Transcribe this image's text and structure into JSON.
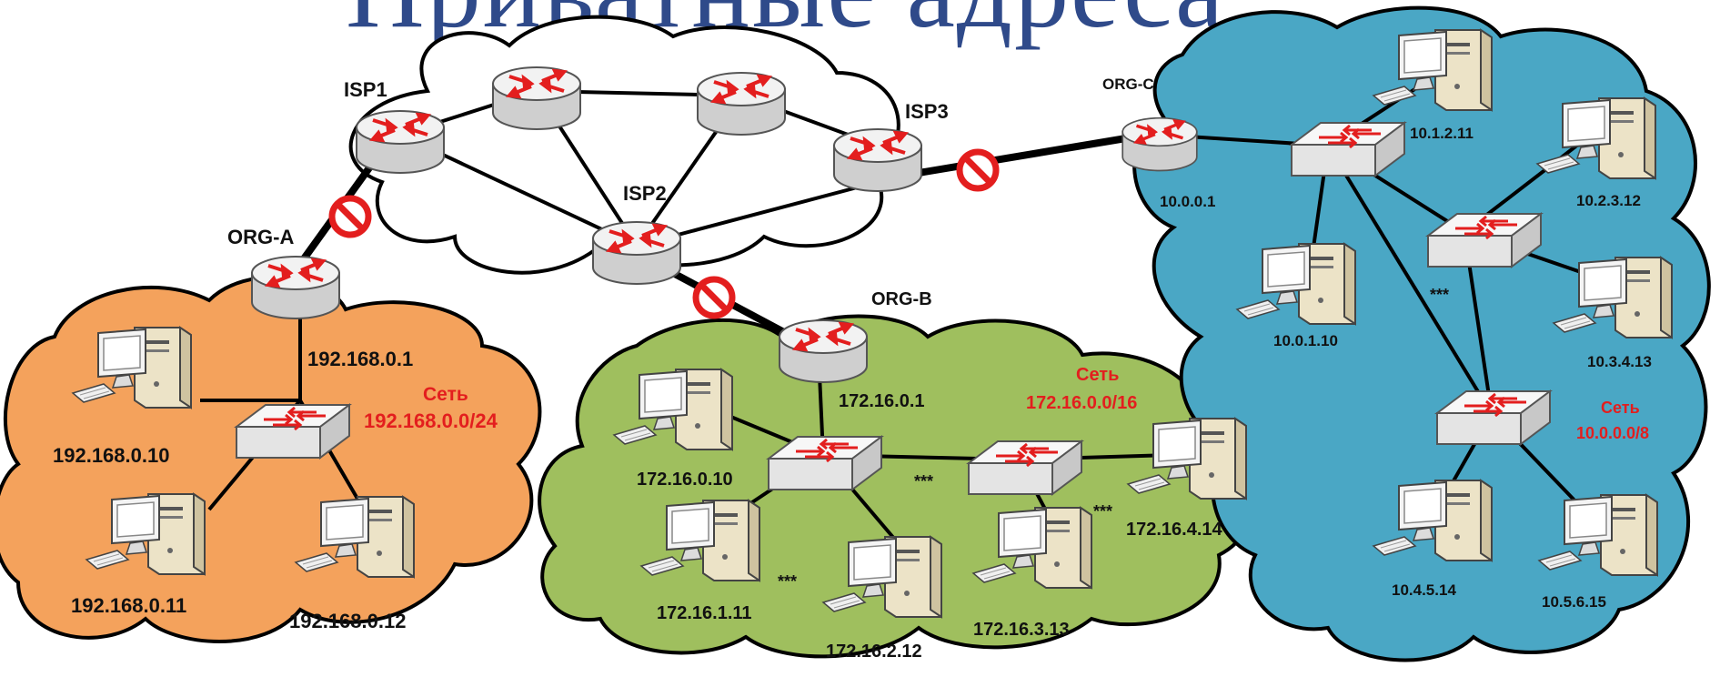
{
  "title": "Приватные адреса",
  "colors": {
    "org_a_cloud": "#f4a25c",
    "org_b_cloud": "#9fbf5e",
    "org_c_cloud": "#4aa7c5",
    "internet_cloud": "#ffffff",
    "network_label": "#e31e1e",
    "block_sign": "#e31e1e"
  },
  "icons": [
    "router-icon",
    "switch-icon",
    "computer-icon",
    "blocked-sign-icon",
    "cloud-icon"
  ],
  "isp": {
    "isp1": "ISP1",
    "isp2": "ISP2",
    "isp3": "ISP3"
  },
  "org_a": {
    "name": "ORG-A",
    "router_ip": "192.168.0.1",
    "network_word": "Сеть",
    "network": "192.168.0.0/24",
    "hosts": [
      "192.168.0.10",
      "192.168.0.11",
      "192.168.0.12"
    ]
  },
  "org_b": {
    "name": "ORG-B",
    "router_ip": "172.16.0.1",
    "network_word": "Сеть",
    "network": "172.16.0.0/16",
    "hosts": [
      "172.16.0.10",
      "172.16.1.11",
      "172.16.2.12",
      "172.16.3.13",
      "172.16.4.14"
    ],
    "ellipsis": "***"
  },
  "org_c": {
    "name": "ORG-C",
    "router_ip": "10.0.0.1",
    "network_word": "Сеть",
    "network": "10.0.0.0/8",
    "hosts": [
      "10.1.2.11",
      "10.2.3.12",
      "10.0.1.10",
      "10.3.4.13",
      "10.4.5.14",
      "10.5.6.15"
    ],
    "ellipsis": "***"
  }
}
